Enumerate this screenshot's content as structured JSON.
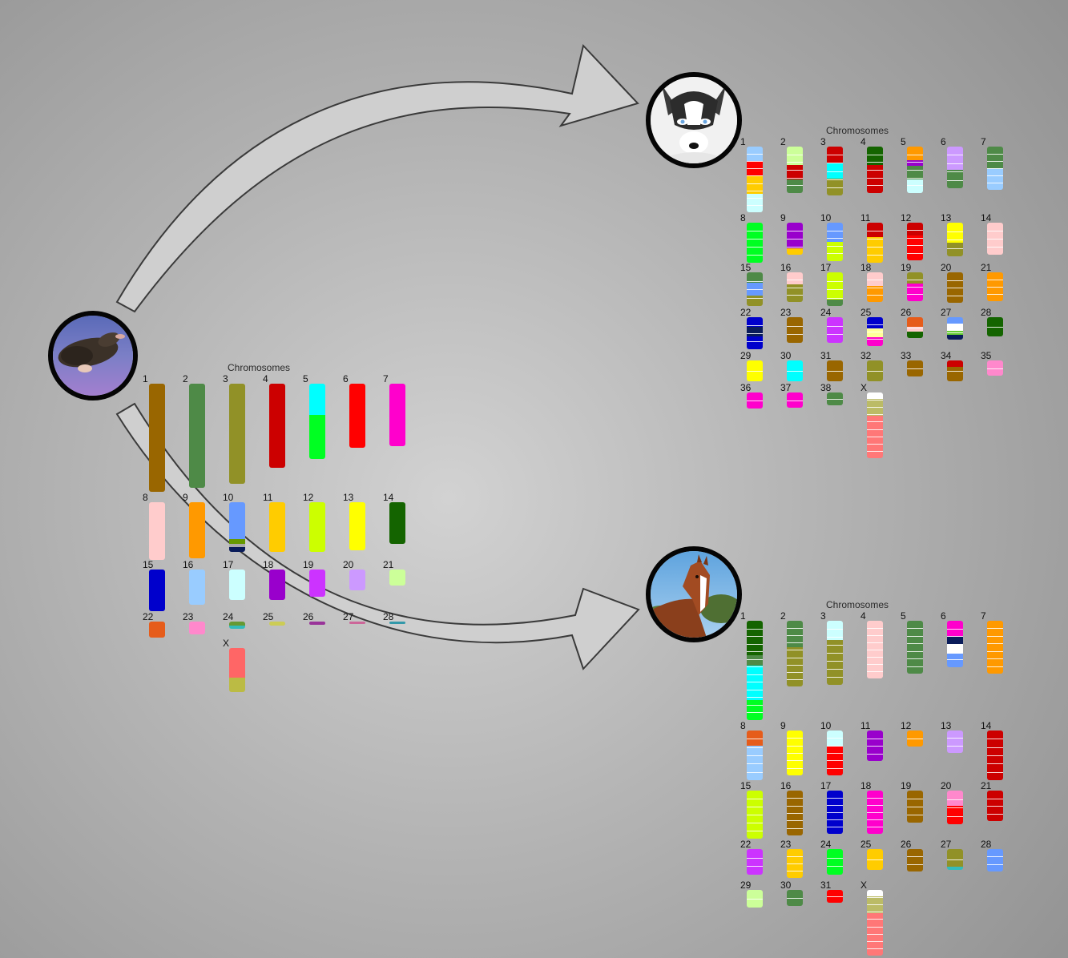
{
  "colors": {
    "arrow_fill": "#cfcfcf",
    "arrow_stroke": "#3a3a3a",
    "avatar_ring": "#050505"
  },
  "icons": {
    "mole": "mole-photo",
    "dog": "husky-photo",
    "horse": "horse-photo"
  },
  "mole": {
    "title": "Chromosomes",
    "chromosomes": [
      {
        "label": "1",
        "segs": [
          [
            1,
            "#996600"
          ]
        ]
      },
      {
        "label": "2",
        "segs": [
          [
            1,
            "#4e8a47"
          ]
        ]
      },
      {
        "label": "3",
        "segs": [
          [
            1,
            "#919127"
          ]
        ]
      },
      {
        "label": "4",
        "segs": [
          [
            1,
            "#cc0000"
          ]
        ]
      },
      {
        "label": "5",
        "segs": [
          [
            0.42,
            "#00ffff"
          ],
          [
            0.58,
            "#00ff22"
          ]
        ]
      },
      {
        "label": "6",
        "segs": [
          [
            1,
            "#ff0000"
          ]
        ]
      },
      {
        "label": "7",
        "segs": [
          [
            1,
            "#ff00cc"
          ]
        ]
      },
      {
        "label": "8",
        "segs": [
          [
            1,
            "#ffcccc"
          ]
        ]
      },
      {
        "label": "9",
        "segs": [
          [
            1,
            "#ff9900"
          ]
        ]
      },
      {
        "label": "10",
        "segs": [
          [
            0.74,
            "#6699ff"
          ],
          [
            0.1,
            "#669900"
          ],
          [
            0.06,
            "#aaaaaa"
          ],
          [
            0.1,
            "#0a1c5a"
          ]
        ]
      },
      {
        "label": "11",
        "segs": [
          [
            1,
            "#ffcc00"
          ]
        ]
      },
      {
        "label": "12",
        "segs": [
          [
            1,
            "#ccff00"
          ]
        ]
      },
      {
        "label": "13",
        "segs": [
          [
            1,
            "#ffff00"
          ]
        ]
      },
      {
        "label": "14",
        "segs": [
          [
            1,
            "#146400"
          ]
        ]
      },
      {
        "label": "15",
        "segs": [
          [
            1,
            "#0000cc"
          ]
        ]
      },
      {
        "label": "16",
        "segs": [
          [
            1,
            "#99ccff"
          ]
        ]
      },
      {
        "label": "17",
        "segs": [
          [
            1,
            "#ccffff"
          ]
        ]
      },
      {
        "label": "18",
        "segs": [
          [
            1,
            "#9900cc"
          ]
        ]
      },
      {
        "label": "19",
        "segs": [
          [
            1,
            "#cc33ff"
          ]
        ]
      },
      {
        "label": "20",
        "segs": [
          [
            1,
            "#cc99ff"
          ]
        ]
      },
      {
        "label": "21",
        "segs": [
          [
            1,
            "#ccff99"
          ]
        ]
      },
      {
        "label": "22",
        "segs": [
          [
            1,
            "#e65c1a"
          ]
        ]
      },
      {
        "label": "23",
        "segs": [
          [
            1,
            "#ff88cc"
          ]
        ]
      },
      {
        "label": "24",
        "segs": [
          [
            0.6,
            "#669933"
          ],
          [
            0.4,
            "#33bbbb"
          ]
        ]
      },
      {
        "label": "25",
        "segs": [
          [
            1,
            "#cccc55"
          ]
        ]
      },
      {
        "label": "26",
        "segs": [
          [
            1,
            "#993399"
          ]
        ]
      },
      {
        "label": "27",
        "segs": [
          [
            1,
            "#cc6699"
          ]
        ]
      },
      {
        "label": "28",
        "segs": [
          [
            1,
            "#3399aa"
          ]
        ]
      },
      {
        "label": "X",
        "segs": [
          [
            0.68,
            "#ff6666"
          ],
          [
            0.32,
            "#bbbb44"
          ]
        ]
      }
    ]
  },
  "dog": {
    "title": "Chromosomes",
    "chromosomes": [
      {
        "label": "1",
        "segs": [
          [
            0.22,
            "#99ccff"
          ],
          [
            0.22,
            "#ff0000"
          ],
          [
            0.28,
            "#ffcc00"
          ],
          [
            0.28,
            "#ccffff"
          ]
        ]
      },
      {
        "label": "2",
        "segs": [
          [
            0.4,
            "#ccff99"
          ],
          [
            0.3,
            "#cc0000"
          ],
          [
            0.3,
            "#4e8a47"
          ]
        ]
      },
      {
        "label": "3",
        "segs": [
          [
            0.35,
            "#cc0000"
          ],
          [
            0.3,
            "#00ffff"
          ],
          [
            0.35,
            "#919127"
          ]
        ]
      },
      {
        "label": "4",
        "segs": [
          [
            0.4,
            "#146400"
          ],
          [
            0.6,
            "#cc0000"
          ]
        ]
      },
      {
        "label": "5",
        "segs": [
          [
            0.3,
            "#ff9900"
          ],
          [
            0.12,
            "#9900cc"
          ],
          [
            0.28,
            "#4e8a47"
          ],
          [
            0.3,
            "#ccffff"
          ]
        ]
      },
      {
        "label": "6",
        "segs": [
          [
            0.55,
            "#cc99ff"
          ],
          [
            0.45,
            "#4e8a47"
          ]
        ]
      },
      {
        "label": "7",
        "segs": [
          [
            0.5,
            "#4e8a47"
          ],
          [
            0.5,
            "#99ccff"
          ]
        ]
      },
      {
        "label": "8",
        "segs": [
          [
            1,
            "#00ff22"
          ]
        ]
      },
      {
        "label": "9",
        "segs": [
          [
            0.8,
            "#9900cc"
          ],
          [
            0.2,
            "#ffcc00"
          ]
        ]
      },
      {
        "label": "10",
        "segs": [
          [
            0.5,
            "#6699ff"
          ],
          [
            0.5,
            "#ccff00"
          ]
        ]
      },
      {
        "label": "11",
        "segs": [
          [
            0.35,
            "#cc0000"
          ],
          [
            0.65,
            "#ffcc00"
          ]
        ]
      },
      {
        "label": "12",
        "segs": [
          [
            0.35,
            "#cc0000"
          ],
          [
            0.65,
            "#ff0000"
          ]
        ]
      },
      {
        "label": "13",
        "segs": [
          [
            0.6,
            "#ffff00"
          ],
          [
            0.4,
            "#919127"
          ]
        ]
      },
      {
        "label": "14",
        "segs": [
          [
            1,
            "#ffcccc"
          ]
        ]
      },
      {
        "label": "15",
        "segs": [
          [
            0.3,
            "#4e8a47"
          ],
          [
            0.4,
            "#6699ff"
          ],
          [
            0.3,
            "#919127"
          ]
        ]
      },
      {
        "label": "16",
        "segs": [
          [
            0.4,
            "#ffcccc"
          ],
          [
            0.6,
            "#919127"
          ]
        ]
      },
      {
        "label": "17",
        "segs": [
          [
            0.8,
            "#ccff00"
          ],
          [
            0.2,
            "#4e8a47"
          ]
        ]
      },
      {
        "label": "18",
        "segs": [
          [
            0.45,
            "#ffcccc"
          ],
          [
            0.55,
            "#ff9900"
          ]
        ]
      },
      {
        "label": "19",
        "segs": [
          [
            0.4,
            "#919127"
          ],
          [
            0.6,
            "#ff00cc"
          ]
        ]
      },
      {
        "label": "20",
        "segs": [
          [
            1,
            "#996600"
          ]
        ]
      },
      {
        "label": "21",
        "segs": [
          [
            1,
            "#ff9900"
          ]
        ]
      },
      {
        "label": "22",
        "segs": [
          [
            0.3,
            "#0000cc"
          ],
          [
            0.3,
            "#0a1c5a"
          ],
          [
            0.4,
            "#0000cc"
          ]
        ]
      },
      {
        "label": "23",
        "segs": [
          [
            1,
            "#996600"
          ]
        ]
      },
      {
        "label": "24",
        "segs": [
          [
            1,
            "#cc33ff"
          ]
        ]
      },
      {
        "label": "25",
        "segs": [
          [
            0.4,
            "#0000cc"
          ],
          [
            0.3,
            "#ffff99"
          ],
          [
            0.3,
            "#ff00cc"
          ]
        ]
      },
      {
        "label": "26",
        "segs": [
          [
            0.45,
            "#e65c1a"
          ],
          [
            0.25,
            "#ffcccc"
          ],
          [
            0.3,
            "#146400"
          ]
        ]
      },
      {
        "label": "27",
        "segs": [
          [
            0.3,
            "#6699ff"
          ],
          [
            0.3,
            "#ffffff"
          ],
          [
            0.2,
            "#66cc33"
          ],
          [
            0.2,
            "#0a1c5a"
          ]
        ]
      },
      {
        "label": "28",
        "segs": [
          [
            1,
            "#146400"
          ]
        ]
      },
      {
        "label": "29",
        "segs": [
          [
            1,
            "#ffff00"
          ]
        ]
      },
      {
        "label": "30",
        "segs": [
          [
            1,
            "#00ffff"
          ]
        ]
      },
      {
        "label": "31",
        "segs": [
          [
            1,
            "#996600"
          ]
        ]
      },
      {
        "label": "32",
        "segs": [
          [
            1,
            "#919127"
          ]
        ]
      },
      {
        "label": "33",
        "segs": [
          [
            1,
            "#996600"
          ]
        ]
      },
      {
        "label": "34",
        "segs": [
          [
            0.3,
            "#cc0000"
          ],
          [
            0.7,
            "#996600"
          ]
        ]
      },
      {
        "label": "35",
        "segs": [
          [
            1,
            "#ff88cc"
          ]
        ]
      },
      {
        "label": "36",
        "segs": [
          [
            1,
            "#ff00cc"
          ]
        ]
      },
      {
        "label": "37",
        "segs": [
          [
            1,
            "#ff00cc"
          ]
        ]
      },
      {
        "label": "38",
        "segs": [
          [
            1,
            "#4e8a47"
          ]
        ]
      },
      {
        "label": "X",
        "segs": [
          [
            0.1,
            "#ffffff"
          ],
          [
            0.25,
            "#bbbb66"
          ],
          [
            0.65,
            "#ff7777"
          ]
        ]
      }
    ]
  },
  "horse": {
    "title": "Chromosomes",
    "chromosomes": [
      {
        "label": "1",
        "segs": [
          [
            0.35,
            "#146400"
          ],
          [
            0.1,
            "#4e8a47"
          ],
          [
            0.35,
            "#00ffff"
          ],
          [
            0.2,
            "#00ff22"
          ]
        ]
      },
      {
        "label": "2",
        "segs": [
          [
            0.4,
            "#4e8a47"
          ],
          [
            0.6,
            "#919127"
          ]
        ]
      },
      {
        "label": "3",
        "segs": [
          [
            0.3,
            "#ccffff"
          ],
          [
            0.7,
            "#919127"
          ]
        ]
      },
      {
        "label": "4",
        "segs": [
          [
            1,
            "#ffcccc"
          ]
        ]
      },
      {
        "label": "5",
        "segs": [
          [
            1,
            "#4e8a47"
          ]
        ]
      },
      {
        "label": "6",
        "segs": [
          [
            0.35,
            "#ff00cc"
          ],
          [
            0.15,
            "#0a1c5a"
          ],
          [
            0.2,
            "#ffffff"
          ],
          [
            0.3,
            "#6699ff"
          ]
        ]
      },
      {
        "label": "7",
        "segs": [
          [
            1,
            "#ff9900"
          ]
        ]
      },
      {
        "label": "8",
        "segs": [
          [
            0.3,
            "#e65c1a"
          ],
          [
            0.7,
            "#99ccff"
          ]
        ]
      },
      {
        "label": "9",
        "segs": [
          [
            1,
            "#ffff00"
          ]
        ]
      },
      {
        "label": "10",
        "segs": [
          [
            0.35,
            "#ccffff"
          ],
          [
            0.65,
            "#ff0000"
          ]
        ]
      },
      {
        "label": "11",
        "segs": [
          [
            1,
            "#9900cc"
          ]
        ]
      },
      {
        "label": "12",
        "segs": [
          [
            1,
            "#ff9900"
          ]
        ]
      },
      {
        "label": "13",
        "segs": [
          [
            1,
            "#cc99ff"
          ]
        ]
      },
      {
        "label": "14",
        "segs": [
          [
            1,
            "#cc0000"
          ]
        ]
      },
      {
        "label": "15",
        "segs": [
          [
            1,
            "#ccff00"
          ]
        ]
      },
      {
        "label": "16",
        "segs": [
          [
            1,
            "#996600"
          ]
        ]
      },
      {
        "label": "17",
        "segs": [
          [
            1,
            "#0000cc"
          ]
        ]
      },
      {
        "label": "18",
        "segs": [
          [
            1,
            "#ff00cc"
          ]
        ]
      },
      {
        "label": "19",
        "segs": [
          [
            1,
            "#996600"
          ]
        ]
      },
      {
        "label": "20",
        "segs": [
          [
            0.45,
            "#ff88cc"
          ],
          [
            0.55,
            "#ff0000"
          ]
        ]
      },
      {
        "label": "21",
        "segs": [
          [
            1,
            "#cc0000"
          ]
        ]
      },
      {
        "label": "22",
        "segs": [
          [
            1,
            "#cc33ff"
          ]
        ]
      },
      {
        "label": "23",
        "segs": [
          [
            1,
            "#ffcc00"
          ]
        ]
      },
      {
        "label": "24",
        "segs": [
          [
            1,
            "#00ff22"
          ]
        ]
      },
      {
        "label": "25",
        "segs": [
          [
            1,
            "#ffcc00"
          ]
        ]
      },
      {
        "label": "26",
        "segs": [
          [
            1,
            "#996600"
          ]
        ]
      },
      {
        "label": "27",
        "segs": [
          [
            0.85,
            "#919127"
          ],
          [
            0.15,
            "#33bbbb"
          ]
        ]
      },
      {
        "label": "28",
        "segs": [
          [
            1,
            "#6699ff"
          ]
        ]
      },
      {
        "label": "29",
        "segs": [
          [
            1,
            "#ccff99"
          ]
        ]
      },
      {
        "label": "30",
        "segs": [
          [
            1,
            "#4e8a47"
          ]
        ]
      },
      {
        "label": "31",
        "segs": [
          [
            1,
            "#ff0000"
          ]
        ]
      },
      {
        "label": "X",
        "segs": [
          [
            0.1,
            "#ffffff"
          ],
          [
            0.25,
            "#bbbb66"
          ],
          [
            0.65,
            "#ff7777"
          ]
        ]
      }
    ]
  }
}
